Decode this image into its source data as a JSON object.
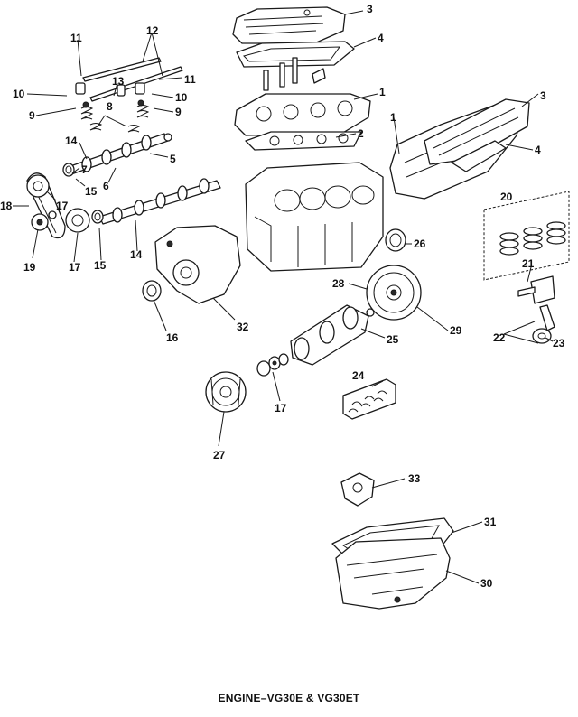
{
  "caption": "ENGINE–VG30E & VG30ET",
  "callouts": {
    "c1a": "1",
    "c1b": "1",
    "c2": "2",
    "c3a": "3",
    "c3b": "3",
    "c4a": "4",
    "c4b": "4",
    "c5": "5",
    "c6": "6",
    "c7": "7",
    "c8": "8",
    "c9a": "9",
    "c9b": "9",
    "c10a": "10",
    "c10b": "10",
    "c11a": "11",
    "c11b": "11",
    "c12": "12",
    "c13": "13",
    "c14a": "14",
    "c14b": "14",
    "c15a": "15",
    "c15b": "15",
    "c16": "16",
    "c17a": "17",
    "c17b": "17",
    "c17c": "17",
    "c18": "18",
    "c19": "19",
    "c20": "20",
    "c21": "21",
    "c22": "22",
    "c23": "23",
    "c24": "24",
    "c25": "25",
    "c26": "26",
    "c27": "27",
    "c28": "28",
    "c29": "29",
    "c30": "30",
    "c31": "31",
    "c32": "32",
    "c33": "33"
  }
}
